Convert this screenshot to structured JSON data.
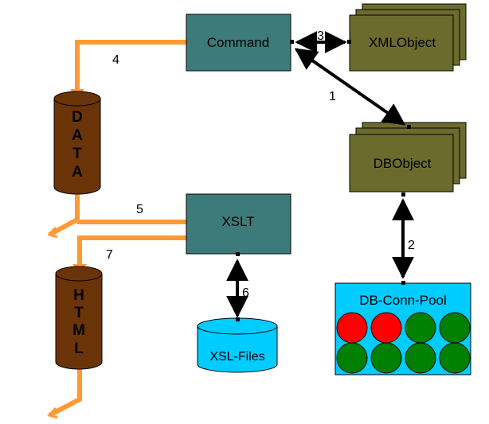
{
  "nodes": {
    "command": "Command",
    "xml_object": "XMLObject",
    "db_object": "DBObject",
    "xslt": "XSLT",
    "db_conn_pool": "DB-Conn-Pool",
    "xsl_files": "XSL-Files"
  },
  "data_cylinder": [
    "D",
    "A",
    "T",
    "A"
  ],
  "html_cylinder": [
    "H",
    "T",
    "M",
    "L"
  ],
  "edge_labels": {
    "e1": "1",
    "e2": "2",
    "e3": "3",
    "e4": "4",
    "e5": "5",
    "e6": "6",
    "e7": "7"
  },
  "pool_connections": [
    "busy",
    "busy",
    "free",
    "free",
    "free",
    "free",
    "free",
    "free"
  ],
  "colors": {
    "command_box": "#3d7b7b",
    "object_box": "#6b6b2e",
    "cylinder": "#6b3408",
    "flow": "#ff9933",
    "pool_bg": "#00ccff",
    "xsl_files": "#00ccff",
    "busy": "#ff0000",
    "free": "#008000"
  }
}
